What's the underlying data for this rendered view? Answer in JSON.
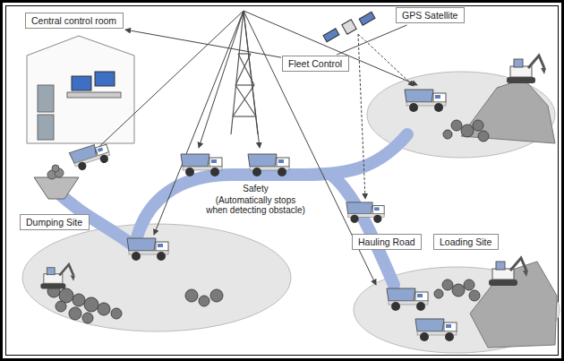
{
  "diagram": {
    "nodes": [
      {
        "text": [
          "Central control room"
        ]
      },
      {
        "text": [
          "GPS Satellite"
        ]
      },
      {
        "text": [
          "Fleet Control"
        ]
      },
      {
        "text": [
          "Dumping Site"
        ]
      },
      {
        "text": [
          "Hauling Road"
        ]
      },
      {
        "text": [
          "Loading Site"
        ]
      }
    ],
    "edges": [
      {
        "from": 2,
        "to": 0,
        "arrow": "to"
      },
      {
        "from": 2,
        "to": 1,
        "arrow": "none"
      }
    ],
    "labels": [
      "Safety",
      "(Automatically stops when detecting obstacle)"
    ]
  }
}
